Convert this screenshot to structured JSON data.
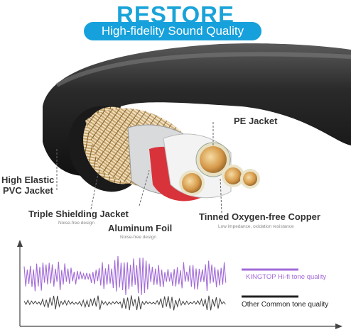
{
  "header": {
    "title": "RESTORE",
    "subtitle": "High-fidelity Sound Quality"
  },
  "callouts": {
    "pe_jacket": "PE Jacket",
    "pvc_jacket_line1": "High Elastic",
    "pvc_jacket_line2": "PVC Jacket",
    "triple_shielding": "Triple Shielding Jacket",
    "triple_shielding_sub": "Noise-free design",
    "aluminum_foil": "Aluminum Foil",
    "aluminum_foil_sub": "Noise-free design",
    "copper": "Tinned Oxygen-free Copper",
    "copper_sub": "Low impedance, oxidation resistance"
  },
  "legend": {
    "kingtop": "KINGTOP Hi-fi tone quality",
    "other": "Other Common tone quality"
  },
  "colors": {
    "accent": "#1aa3d8",
    "kingtop_wave": "#a26bd8",
    "other_wave": "#444444",
    "cable": "#222222"
  }
}
